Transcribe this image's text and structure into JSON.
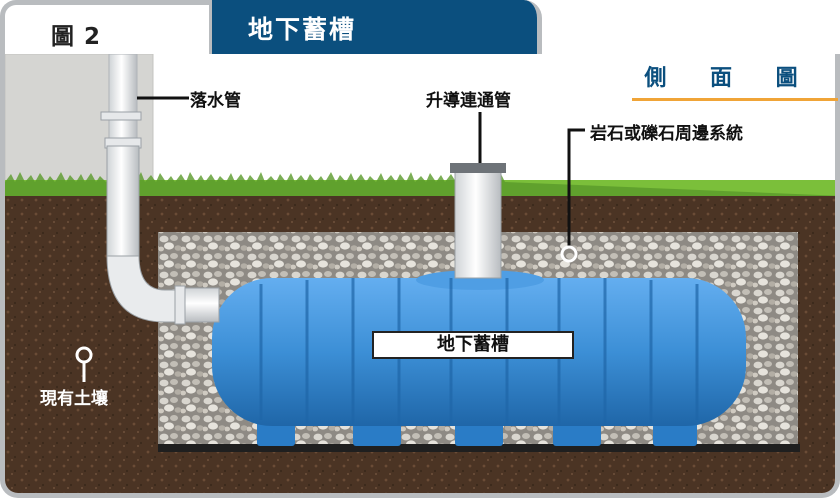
{
  "header": {
    "figure_label": "圖 2",
    "title": "地下蓄槽"
  },
  "view_label": "側 面 圖",
  "labels": {
    "downspout": "落水管",
    "riser": "升導連通管",
    "gravel_system": "岩石或礫石周邊系統",
    "tank": "地下蓄槽",
    "existing_soil": "現有土壤"
  },
  "colors": {
    "title_bar": "#0b4f7e",
    "accent_line": "#f0a437",
    "frame": "#b9bcbf",
    "tank_blue": "#3c8fd6",
    "soil": "#4b3424",
    "grass": "#7bbf3a"
  }
}
